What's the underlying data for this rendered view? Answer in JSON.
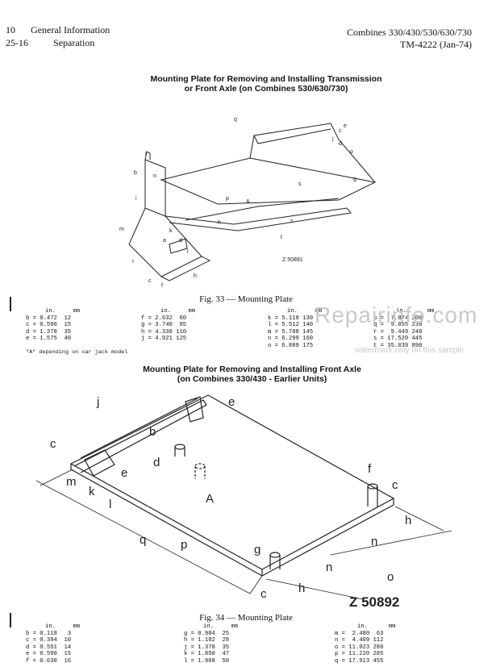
{
  "header": {
    "page_number": "10",
    "section_number": "25-16",
    "section_title": "General Information",
    "subsection_title": "Separation",
    "product": "Combines 330/430/530/630/730",
    "manual_id": "TM-4222 (Jan-74)"
  },
  "fig33": {
    "title_line1": "Mounting Plate for Removing and Installing Transmission",
    "title_line2": "or Front Axle (on Combines 530/630/730)",
    "drawing_id": "Z 50891",
    "caption": "Fig. 33 — Mounting Plate",
    "col_head_in": "in.",
    "col_head_mm": "mm",
    "table": [
      [
        "b = 0.472  12",
        "c = 0.590  15",
        "d = 1.378  35",
        "e = 1.575  40"
      ],
      [
        "f = 2.632  60",
        "g = 3.740  95",
        "h = 4.330 110",
        "j = 4.921 125"
      ],
      [
        "k = 5.118 130",
        "l = 5.512 140",
        "m = 5.708 145",
        "n = 6.299 160",
        "o = 6.889 175"
      ],
      [
        "p =  7.874 200",
        "q =  9.055 230",
        "r =  9.449 240",
        "s = 17.520 445",
        "t = 35.039 890"
      ]
    ],
    "note": "\"A\" depending on car jack model",
    "labels": [
      "q",
      "e",
      "j",
      "c",
      "d",
      "o",
      "g",
      "s",
      "f",
      "b",
      "n",
      "p",
      "A",
      "h",
      "i",
      "m",
      "k",
      "d",
      "a",
      "l",
      "t",
      "r",
      "s",
      "c",
      "f",
      "h"
    ]
  },
  "watermark": {
    "main": "Repairinfo.com",
    "sub": "watermark only on this sample"
  },
  "fig34": {
    "title_line1": "Mounting Plate for Removing and Installing Front Axle",
    "title_line2": "(on Combines 330/430 - Earlier Units)",
    "drawing_id": "Z 50892",
    "caption": "Fig. 34 — Mounting Plate",
    "col_head_in": "in.",
    "col_head_mm": "mm",
    "table": [
      [
        "b = 0.118   3",
        "c = 0.394  10",
        "d = 0.551  14",
        "e = 0.590  15",
        "f = 0.630  16"
      ],
      [
        "g = 0.984  25",
        "h = 1.102  28",
        "j = 1.378  35",
        "k = 1.850  47",
        "l = 1.968  50"
      ],
      [
        "m =  2.480  63",
        "n =  4.409 112",
        "o = 11.023 280",
        "p = 11.220 285",
        "q = 17.913 455"
      ]
    ],
    "labels": [
      "j",
      "e",
      "b",
      "c",
      "d",
      "e",
      "m",
      "k",
      "l",
      "A",
      "f",
      "c",
      "h",
      "q",
      "p",
      "n",
      "g",
      "n",
      "o",
      "c",
      "h"
    ]
  }
}
